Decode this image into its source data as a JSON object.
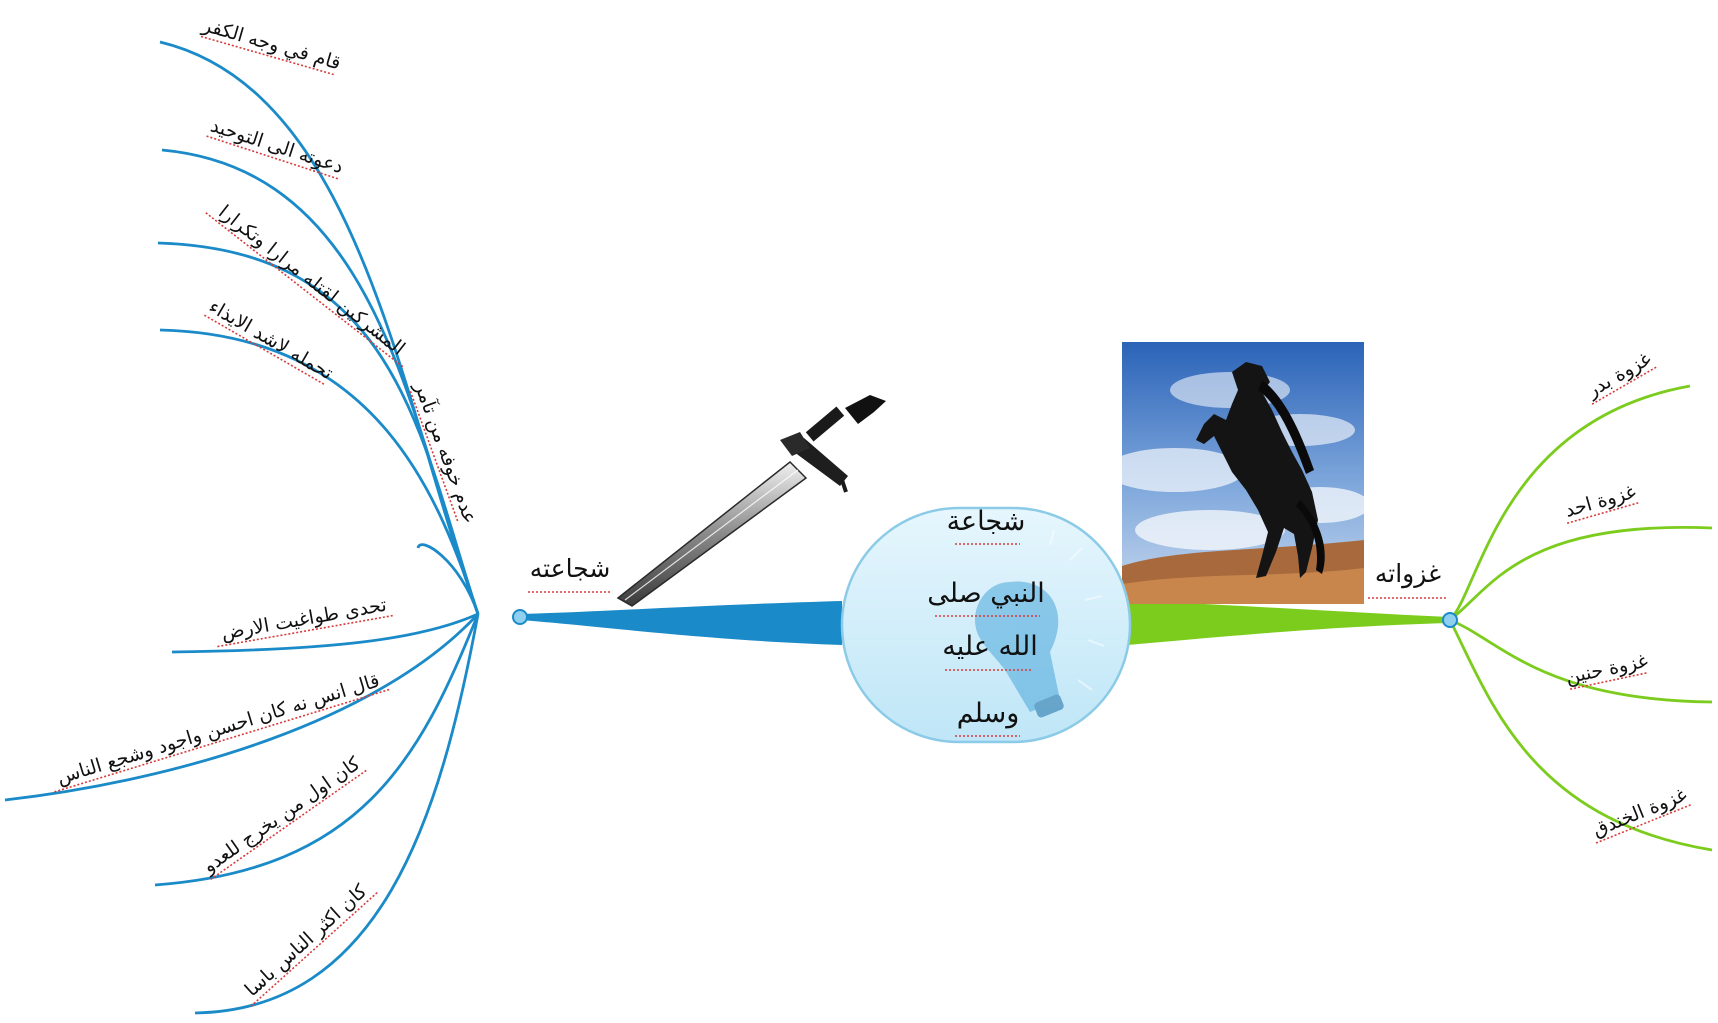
{
  "center": {
    "lines": [
      "شجاعة",
      "النبي صلى",
      "الله عليه",
      "وسلم"
    ],
    "icon": "lightbulb-icon"
  },
  "branches": {
    "left": {
      "label": "شجاعته",
      "color": "#1a8ac8",
      "image": "sword-image",
      "items": [
        "قام في وجه الكفر",
        "دعوته الى التوحيد",
        "المشركين لقتله مرارا وتكرارا",
        "تحمله لاشد الايذاء",
        "عدم خوفه من تآمر",
        "تحدى طواغيت الارض",
        "قال انس نه كان احسن واجود وشجع الناس",
        "كان اول من يخرج للعدو",
        "كان اكثر الناس باسا"
      ]
    },
    "right": {
      "label": "غزواته",
      "color": "#7ccc1e",
      "image": "horse-image",
      "items": [
        "غزوة بدر",
        "غزوة احد",
        "غزوة حنين",
        "غزوة الخندق"
      ]
    }
  }
}
